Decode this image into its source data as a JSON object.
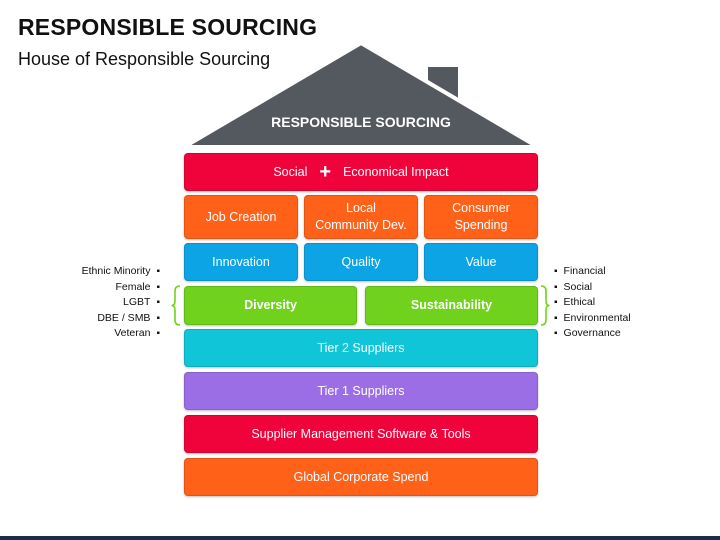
{
  "title": "RESPONSIBLE SOURCING",
  "subtitle": "House of Responsible Sourcing",
  "roof_label": "RESPONSIBLE SOURCING",
  "rows": {
    "impact": {
      "left": "Social",
      "right": "Economical Impact"
    },
    "row2": [
      "Job Creation",
      "Local\nCommunity Dev.",
      "Consumer\nSpending"
    ],
    "row3": [
      "Innovation",
      "Quality",
      "Value"
    ],
    "row4": [
      "Diversity",
      "Sustainability"
    ],
    "tier2": "Tier 2 Suppliers",
    "tier1": "Tier 1 Suppliers",
    "software": "Supplier Management Software & Tools",
    "spend": "Global Corporate Spend"
  },
  "left_list": [
    "Ethnic Minority",
    "Female",
    "LGBT",
    "DBE / SMB",
    "Veteran"
  ],
  "right_list": [
    "Financial",
    "Social",
    "Ethical",
    "Environmental",
    "Governance"
  ],
  "colors": {
    "roof": "#54595f",
    "red": "#f0033b",
    "orange": "#ff6119",
    "blue": "#0da4e6",
    "green": "#70d21c",
    "cyan": "#10c5d8",
    "purple": "#9c6ee6",
    "brace": "#70d21c"
  }
}
